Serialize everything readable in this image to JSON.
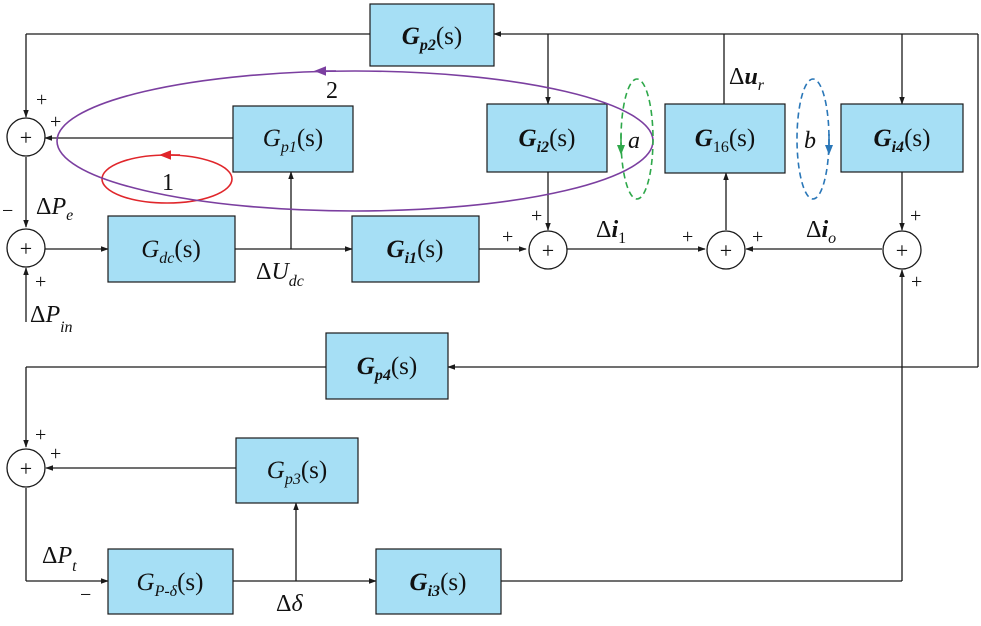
{
  "blocks": {
    "gp2": {
      "main": "G",
      "sub": "p2",
      "arg": "(s)",
      "bold": true
    },
    "gp1": {
      "main": "G",
      "sub": "p1",
      "arg": "(s)",
      "bold": false
    },
    "gi2": {
      "main": "G",
      "sub": "i2",
      "arg": "(s)",
      "bold": true
    },
    "g16": {
      "main": "G",
      "sub": "16",
      "arg": "(s)",
      "bold": true
    },
    "gi4": {
      "main": "G",
      "sub": "i4",
      "arg": "(s)",
      "bold": true
    },
    "gdc": {
      "main": "G",
      "sub": "dc",
      "arg": "(s)",
      "bold": false
    },
    "gi1": {
      "main": "G",
      "sub": "i1",
      "arg": "(s)",
      "bold": true
    },
    "gp4": {
      "main": "G",
      "sub": "p4",
      "arg": "(s)",
      "bold": true
    },
    "gp3": {
      "main": "G",
      "sub": "p3",
      "arg": "(s)",
      "bold": false
    },
    "gpd": {
      "main": "G",
      "sub": "P-δ",
      "arg": "(s)",
      "bold": false
    },
    "gi3": {
      "main": "G",
      "sub": "i3",
      "arg": "(s)",
      "bold": true
    }
  },
  "sum_symbol": "+",
  "signs": {
    "plus": "+",
    "minus": "−"
  },
  "signals": {
    "dPe": {
      "delta": "Δ",
      "main": "P",
      "sub": "e"
    },
    "dPin": {
      "delta": "Δ",
      "main": "P",
      "sub": "in"
    },
    "dUdc": {
      "delta": "Δ",
      "main": "U",
      "sub": "dc"
    },
    "di1": {
      "delta": "Δ",
      "main": "i",
      "sub": "1"
    },
    "dio": {
      "delta": "Δ",
      "main": "i",
      "sub": "o"
    },
    "dur": {
      "delta": "Δ",
      "main": "u",
      "sub": "r"
    },
    "dPt": {
      "delta": "Δ",
      "main": "P",
      "sub": "t"
    },
    "dd": {
      "delta": "Δ",
      "main": "δ"
    }
  },
  "loops": {
    "loop1": "1",
    "loop2": "2",
    "loop_a": "a",
    "loop_b": "b"
  },
  "colors": {
    "block_fill": "#a6dff5",
    "loop1": "#e0262b",
    "loop2": "#7b3fa0",
    "loop_a": "#2ea84a",
    "loop_b": "#2a77b8"
  }
}
